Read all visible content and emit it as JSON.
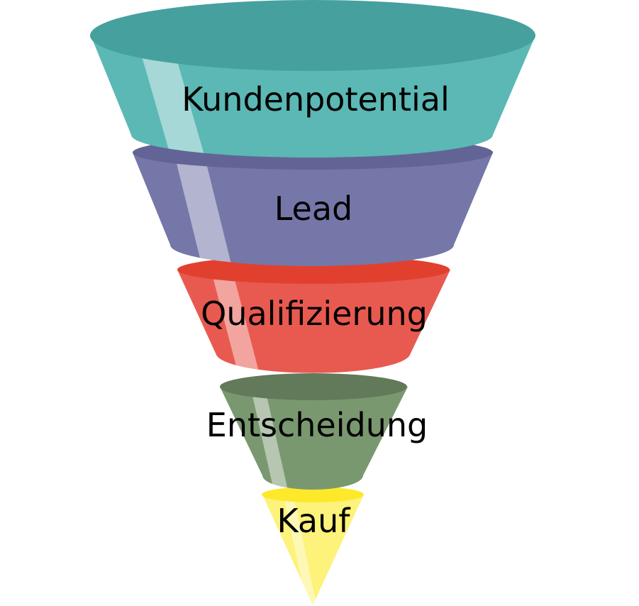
{
  "funnel": {
    "stages": [
      {
        "label": "Kundenpotential",
        "body_color": "#5bb8b5",
        "top_color": "#46a09e"
      },
      {
        "label": "Lead",
        "body_color": "#7577a8",
        "top_color": "#626496"
      },
      {
        "label": "Qualifizierung",
        "body_color": "#e85a50",
        "top_color": "#e2402f"
      },
      {
        "label": "Entscheidung",
        "body_color": "#7a9870",
        "top_color": "#62795a"
      },
      {
        "label": "Kauf",
        "body_color": "#fdf27a",
        "top_color": "#fde92a"
      }
    ]
  }
}
